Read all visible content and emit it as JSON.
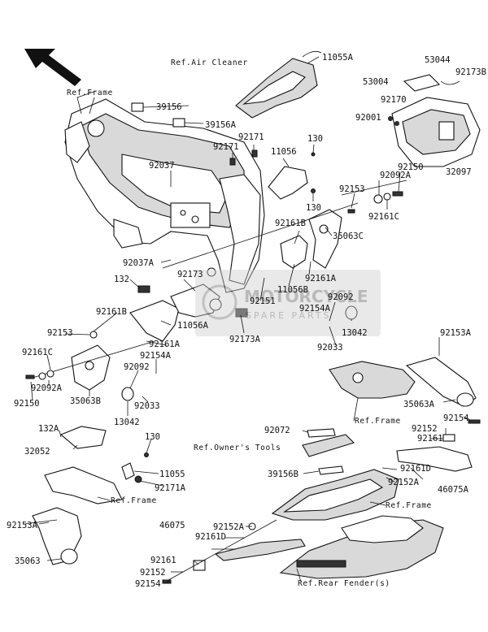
{
  "diagram": {
    "part_labels": {
      "p11055A": "11055A",
      "p53044": "53044",
      "p53004": "53004",
      "p92173B": "92173B",
      "p92170": "92170",
      "p92001": "92001",
      "p32097": "32097",
      "p39156": "39156",
      "p39156A": "39156A",
      "p92171a": "92171",
      "p92171b": "92171",
      "p130a": "130",
      "p11056": "11056",
      "p92037": "92037",
      "p130b": "130",
      "p92092A": "92092A",
      "p92153a": "92153",
      "p92150a": "92150",
      "p92161C_a": "92161C",
      "p92161B_a": "92161B",
      "p35063C": "35063C",
      "p92037A": "92037A",
      "p92173": "92173",
      "p132": "132",
      "p92161A_a": "92161A",
      "p11056B": "11056B",
      "p92092_a": "92092",
      "p92161B_b": "92161B",
      "p92151": "92151",
      "p92154A_a": "92154A",
      "p11056A": "11056A",
      "p13042_a": "13042",
      "p92153b": "92153",
      "p92173A": "92173A",
      "p92033_a": "92033",
      "p92161A_b": "92161A",
      "p92161C_b": "92161C",
      "p92154A_b": "92154A",
      "p92153A_a": "92153A",
      "p92092_b": "92092",
      "p92092A_b": "92092A",
      "p35063B": "35063B",
      "p92150b": "92150",
      "p92033_b": "92033",
      "p13042_b": "13042",
      "p35063A": "35063A",
      "p92154": "92154",
      "p132A": "132A",
      "p92072": "92072",
      "p92152a": "92152",
      "p92161a": "92161",
      "p32052": "32052",
      "p130c": "130",
      "p39156B": "39156B",
      "p92161D_a": "92161D",
      "p11055": "11055",
      "p92152A_a": "92152A",
      "p46075A": "46075A",
      "p92171A": "92171A",
      "p92153A_b": "92153A",
      "p92152A_b": "92152A",
      "p46075": "46075",
      "p92161D_b": "92161D",
      "p35063": "35063",
      "p92161b": "92161",
      "p92152b": "92152",
      "p92154b": "92154"
    },
    "reference_labels": {
      "air_cleaner": "Ref.Air Cleaner",
      "frame_top": "Ref.Frame",
      "frame_right": "Ref.Frame",
      "frame_left": "Ref.Frame",
      "frame_bottom": "Ref.Frame",
      "owners_tools": "Ref.Owner's Tools",
      "rear_fender": "Ref.Rear Fender(s)"
    },
    "watermark": {
      "line1": "MOTORCYCLE",
      "line2": "SPARE PARTS",
      "color": "#9a9a9a"
    },
    "icons": {
      "direction": "front-arrow-icon"
    }
  }
}
